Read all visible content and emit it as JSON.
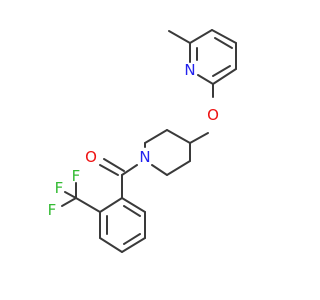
{
  "molecule": {
    "atom_labels": {
      "pyridine_nitrogen": "N",
      "ether_oxygen": "O",
      "piperidine_nitrogen": "N",
      "carbonyl_oxygen": "O",
      "fluorine_1": "F",
      "fluorine_2": "F",
      "fluorine_3": "F"
    },
    "colors": {
      "bond": "#3a3a3a",
      "nitrogen": "#2222ee",
      "oxygen": "#ee1111",
      "fluorine": "#33bb33"
    }
  }
}
